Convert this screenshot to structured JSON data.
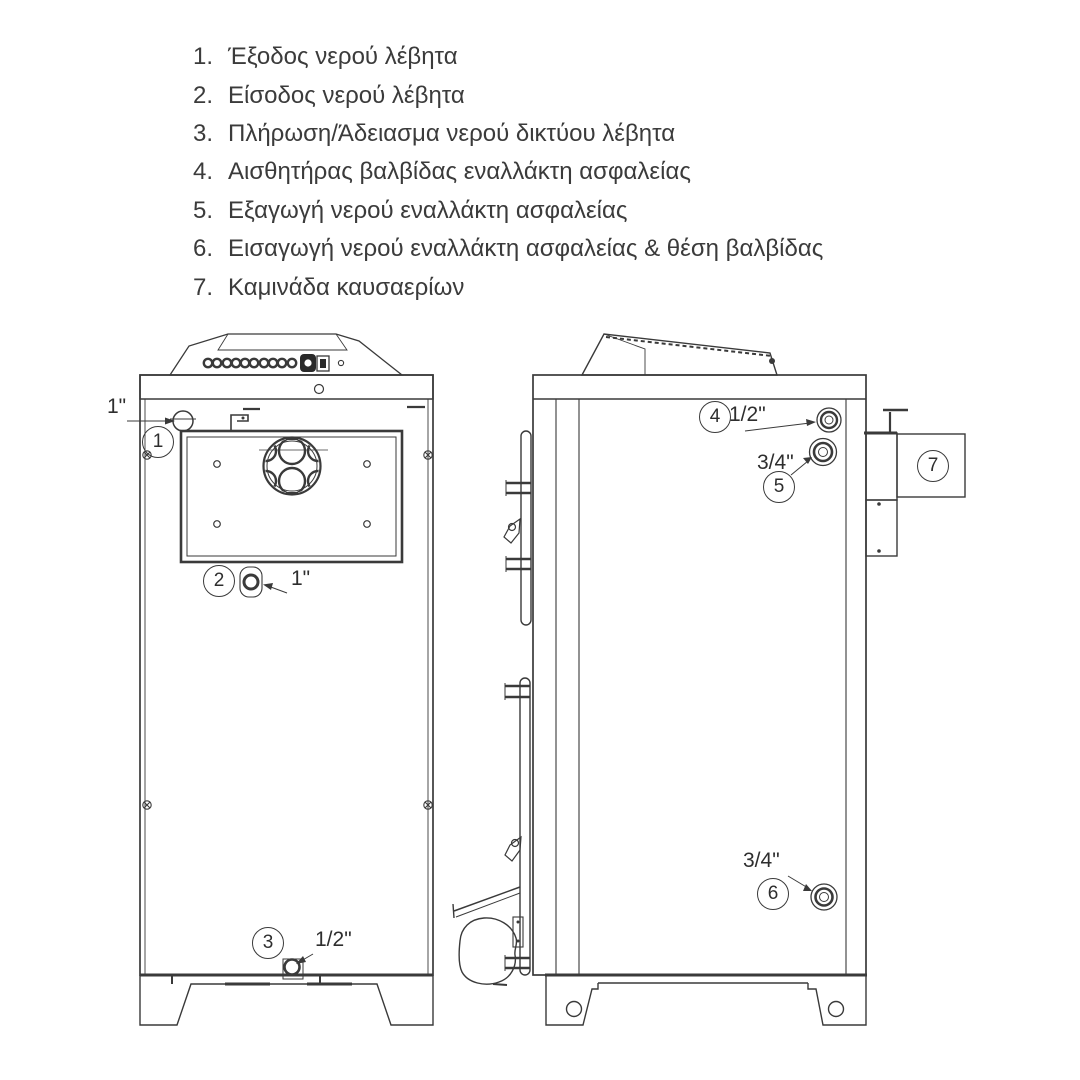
{
  "legend": {
    "items": [
      {
        "num": "1.",
        "label": "Έξοδος νερού λέβητα"
      },
      {
        "num": "2.",
        "label": "Είσοδος νερού λέβητα"
      },
      {
        "num": "3.",
        "label": "Πλήρωση/Άδειασμα νερού δικτύου λέβητα"
      },
      {
        "num": "4.",
        "label": "Αισθητήρας βαλβίδας εναλλάκτη ασφαλείας"
      },
      {
        "num": "5.",
        "label": "Εξαγωγή νερού εναλλάκτη ασφαλείας"
      },
      {
        "num": "6.",
        "label": "Εισαγωγή νερού εναλλάκτη ασφαλείας & θέση βαλβίδας"
      },
      {
        "num": "7.",
        "label": "Καμινάδα καυσαερίων"
      }
    ]
  },
  "callouts": {
    "c1": {
      "num": "1",
      "size": "1\""
    },
    "c2": {
      "num": "2",
      "size": "1\""
    },
    "c3": {
      "num": "3",
      "size": "1/2\""
    },
    "c4": {
      "num": "4",
      "size": "1/2\""
    },
    "c5": {
      "num": "5",
      "size": "3/4\""
    },
    "c6": {
      "num": "6",
      "size": "3/4\""
    },
    "c7": {
      "num": "7"
    }
  },
  "colors": {
    "line": "#3a3a3a",
    "text": "#3b3b3b"
  }
}
